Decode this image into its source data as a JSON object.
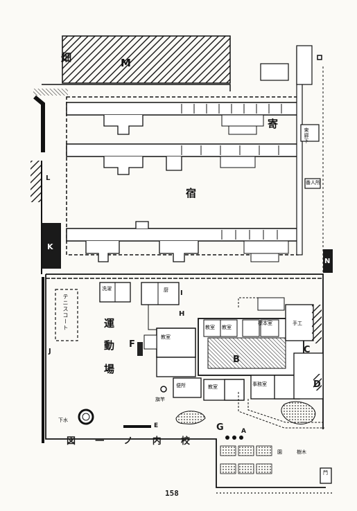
{
  "map": {
    "caption_chars": [
      "校",
      "内",
      "ノ",
      "一",
      "図"
    ],
    "page_number": "158",
    "labels": {
      "field_top": "畑",
      "field_m": "M",
      "dorm_1": "寄",
      "dorm_2": "宿",
      "tennis": "テニスコート",
      "sports_1": "運",
      "sports_2": "動",
      "sports_3": "場",
      "letter_a": "A",
      "letter_b": "B",
      "letter_c": "C",
      "letter_d": "D",
      "letter_e": "E",
      "letter_f": "F",
      "letter_g": "G",
      "letter_h": "H",
      "letter_i": "I",
      "letter_j": "J",
      "letter_k": "K",
      "letter_l": "L",
      "letter_n": "N",
      "room_wash": "洗濯",
      "room_kitchen": "厨",
      "room_class": "教室",
      "room_hand": "手工",
      "room_toilet": "便所",
      "room_lab": "標本室",
      "room_office": "事務室",
      "gate": "門",
      "guard": "番人所",
      "flag": "旗竿",
      "garden": "園",
      "tree": "樹木",
      "corridor_east": "東廊下",
      "drain": "下水"
    }
  }
}
